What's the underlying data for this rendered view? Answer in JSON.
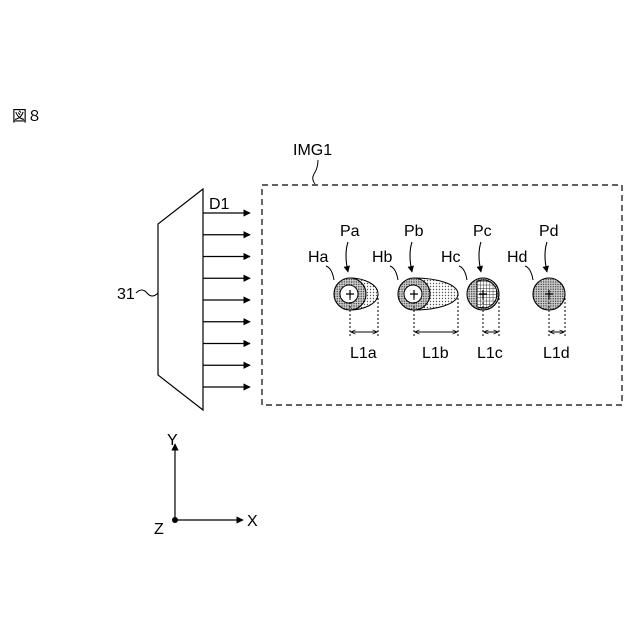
{
  "figure_label": "図８",
  "image_label": "IMG1",
  "source": {
    "label": "31",
    "direction_label": "D1",
    "arrow_count": 9
  },
  "spots": [
    {
      "position_label": "Pa",
      "hole_label": "Ha",
      "distance_label": "L1a",
      "fill": "dots-tail"
    },
    {
      "position_label": "Pb",
      "hole_label": "Hb",
      "distance_label": "L1b",
      "fill": "dots-tail-long"
    },
    {
      "position_label": "Pc",
      "hole_label": "Hc",
      "distance_label": "L1c",
      "fill": "grid"
    },
    {
      "position_label": "Pd",
      "hole_label": "Hd",
      "distance_label": "L1d",
      "fill": "dots"
    }
  ],
  "axes": {
    "y_label": "Y",
    "x_label": "X",
    "z_label": "Z"
  },
  "colors": {
    "line": "#000000",
    "background": "#ffffff",
    "dot_fill": "#bdbdbd"
  }
}
